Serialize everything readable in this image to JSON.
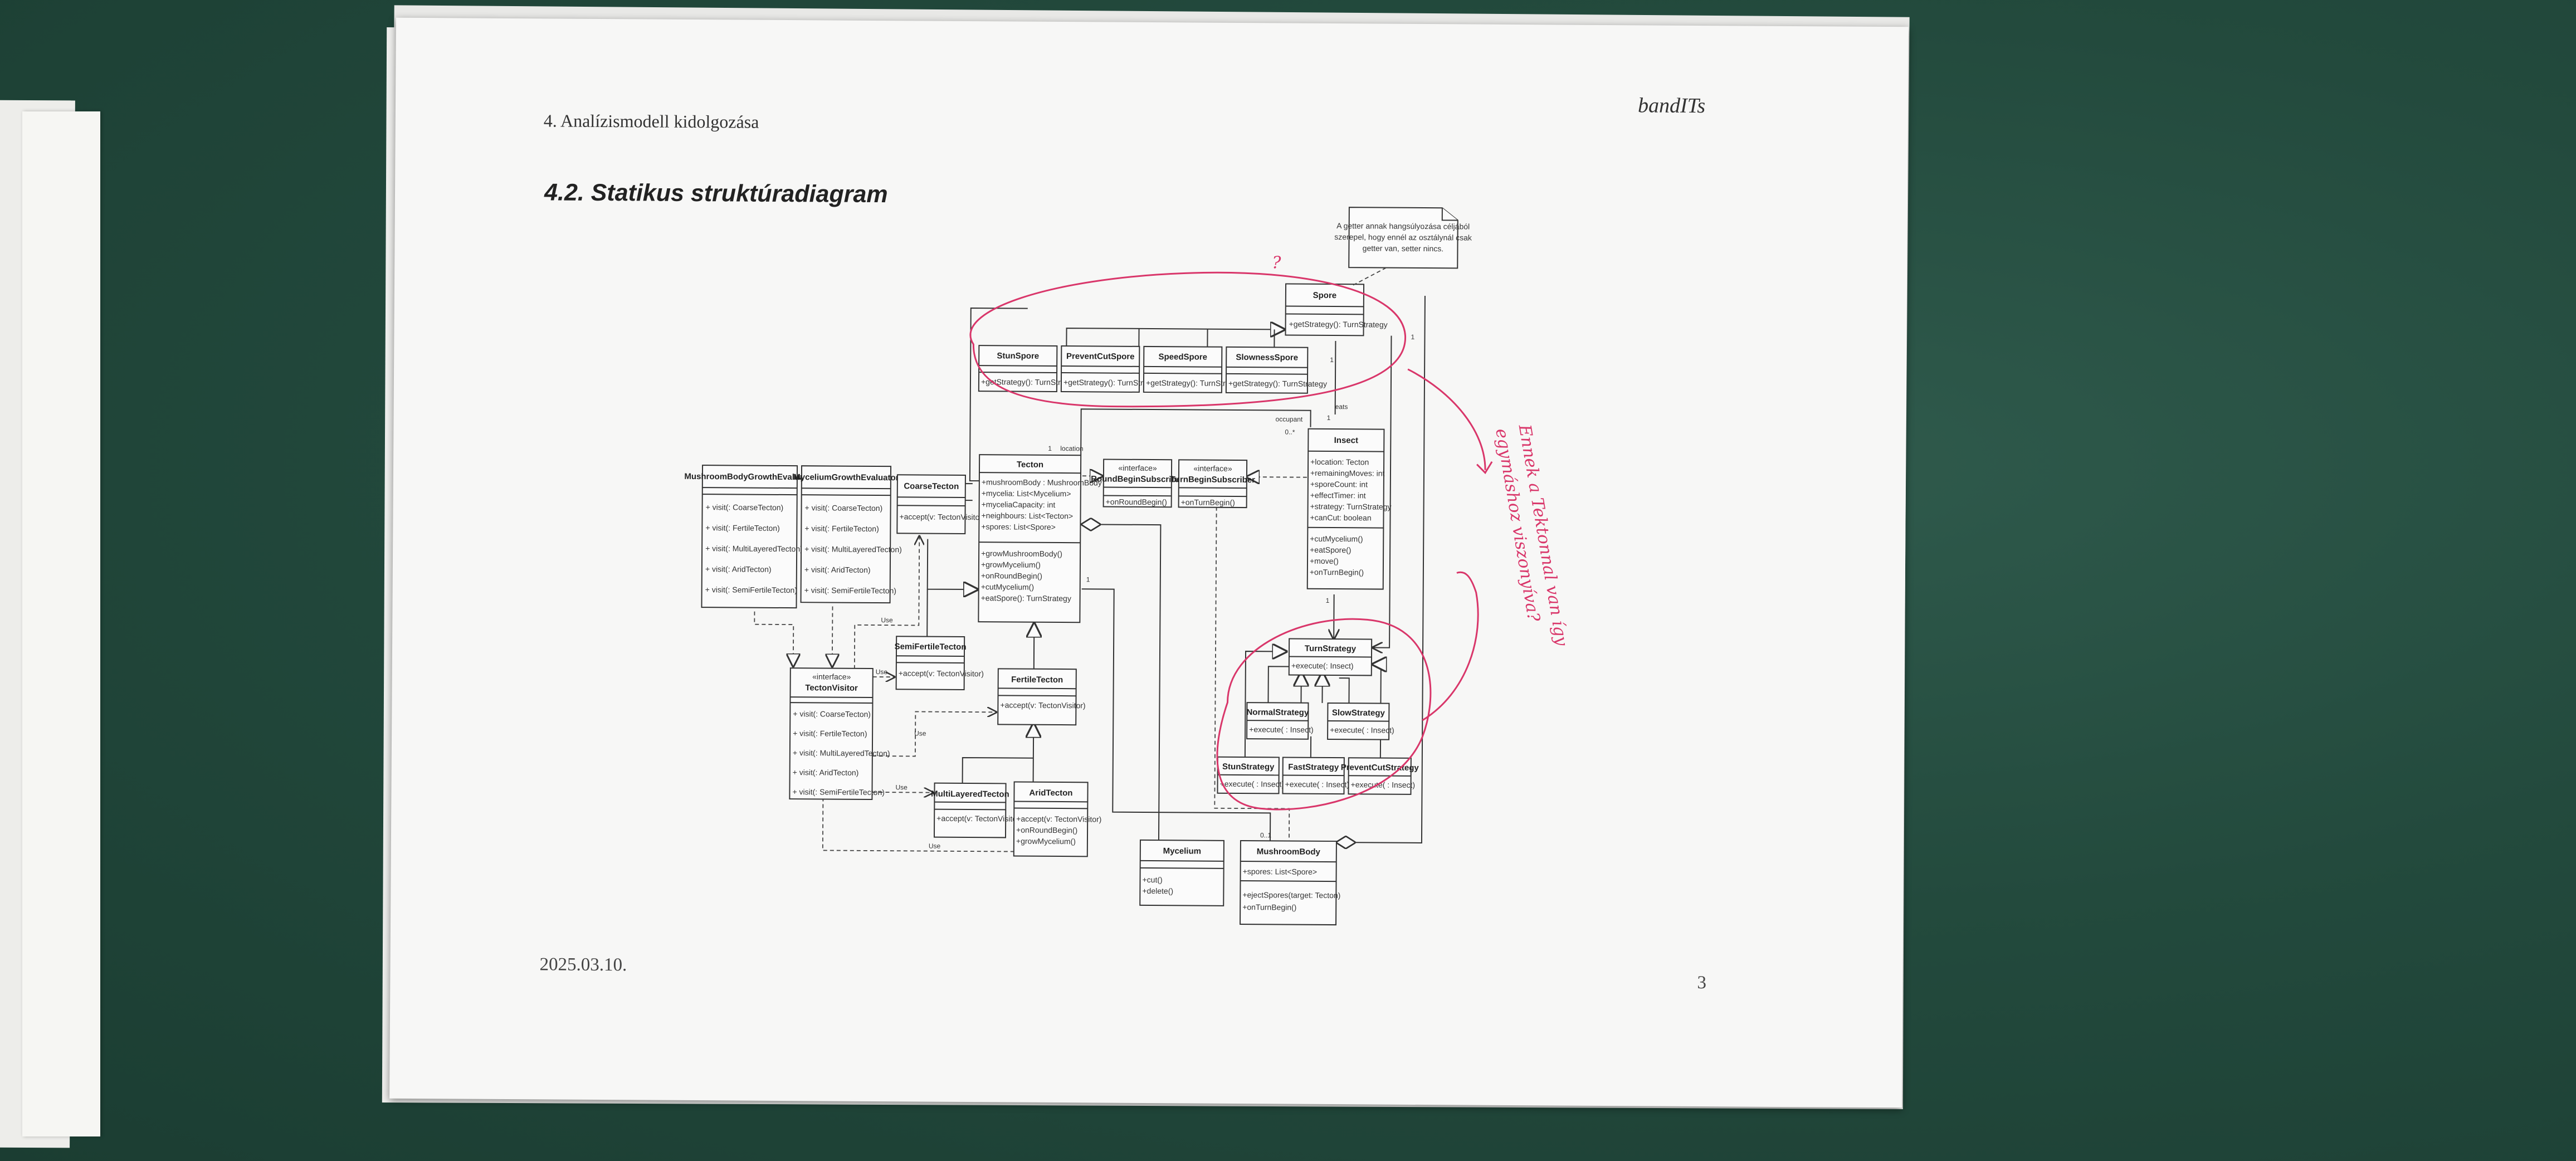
{
  "page": {
    "header_left": "4. Analízismodell kidolgozása",
    "header_right": "bandITs",
    "section_title": "4.2. Statikus struktúradiagram",
    "footer_date": "2025.03.10.",
    "page_number": "3"
  },
  "note": {
    "lines": [
      "A getter annak hangsúlyozása céljából",
      "szerepel, hogy ennél az osztálynál csak",
      "getter van, setter nincs."
    ]
  },
  "classes": {
    "spore": {
      "name": "Spore",
      "members": [
        "+getStrategy(): TurnStrategy"
      ]
    },
    "stun_spore": {
      "name": "StunSpore",
      "members": [
        "+getStrategy(): TurnStrategy"
      ]
    },
    "prevent_cut_spore": {
      "name": "PreventCutSpore",
      "members": [
        "+getStrategy(): TurnStrategy"
      ]
    },
    "speed_spore": {
      "name": "SpeedSpore",
      "members": [
        "+getStrategy(): TurnStrategy"
      ]
    },
    "slowness_spore": {
      "name": "SlownessSpore",
      "members": [
        "+getStrategy(): TurnStrategy"
      ]
    },
    "mushroom_body_growth_evaluator": {
      "name": "MushroomBodyGrowthEvaluator",
      "members": [
        "+ visit(: CoarseTecton)",
        "+ visit(: FertileTecton)",
        "+ visit(: MultiLayeredTecton)",
        "+ visit(: AridTecton)",
        "+ visit(: SemiFertileTecton)"
      ]
    },
    "mycelium_growth_evaluator": {
      "name": "MyceliumGrowthEvaluator",
      "members": [
        "+ visit(: CoarseTecton)",
        "+ visit(: FertileTecton)",
        "+ visit(: MultiLayeredTecton)",
        "+ visit(: AridTecton)",
        "+ visit(: SemiFertileTecton)"
      ]
    },
    "coarse_tecton": {
      "name": "CoarseTecton",
      "members": [
        "+accept(v: TectonVisitor)"
      ]
    },
    "tecton": {
      "name": "Tecton",
      "attrs": [
        "+mushroomBody : MushroomBody",
        "+mycelia: List<Mycelium>",
        "+myceliaCapacity: int",
        "+neighbours: List<Tecton>",
        "+spores: List<Spore>"
      ],
      "methods": [
        "+growMushroomBody()",
        "+growMycelium()",
        "+onRoundBegin()",
        "+cutMycelium()",
        "+eatSpore(): TurnStrategy"
      ]
    },
    "round_begin_subscriber": {
      "stereotype": "«interface»",
      "name": "RoundBeginSubscriber",
      "members": [
        "+onRoundBegin()"
      ]
    },
    "turn_begin_subscriber": {
      "stereotype": "«interface»",
      "name": "TurnBeginSubscriber",
      "members": [
        "+onTurnBegin()"
      ]
    },
    "insect": {
      "name": "Insect",
      "attrs": [
        "+location: Tecton",
        "+remainingMoves: int",
        "+sporeCount: int",
        "+effectTimer: int",
        "+strategy: TurnStrategy",
        "+canCut: boolean"
      ],
      "methods": [
        "+cutMycelium()",
        "+eatSpore()",
        "+move()",
        "+onTurnBegin()"
      ]
    },
    "semi_fertile_tecton": {
      "name": "SemiFertileTecton",
      "members": [
        "+accept(v: TectonVisitor)"
      ]
    },
    "tecton_visitor": {
      "stereotype": "«interface»",
      "name": "TectonVisitor",
      "members": [
        "+ visit(: CoarseTecton)",
        "+ visit(: FertileTecton)",
        "+ visit(: MultiLayeredTecton)",
        "+ visit(: AridTecton)",
        "+ visit(: SemiFertileTecton)"
      ]
    },
    "fertile_tecton": {
      "name": "FertileTecton",
      "members": [
        "+accept(v: TectonVisitor)"
      ]
    },
    "multi_layered_tecton": {
      "name": "MultiLayeredTecton",
      "members": [
        "+accept(v: TectonVisitor)"
      ]
    },
    "arid_tecton": {
      "name": "AridTecton",
      "members": [
        "+accept(v: TectonVisitor)",
        "+onRoundBegin()",
        "+growMycelium()"
      ]
    },
    "turn_strategy": {
      "name": "TurnStrategy",
      "members": [
        "+execute(: Insect)"
      ]
    },
    "normal_strategy": {
      "name": "NormalStrategy",
      "members": [
        "+execute( : Insect)"
      ]
    },
    "slow_strategy": {
      "name": "SlowStrategy",
      "members": [
        "+execute( : Insect)"
      ]
    },
    "stun_strategy": {
      "name": "StunStrategy",
      "members": [
        "+execute( : Insect)"
      ]
    },
    "fast_strategy": {
      "name": "FastStrategy",
      "members": [
        "+execute( : Insect)"
      ]
    },
    "prevent_cut_strategy": {
      "name": "PreventCutStrategy",
      "members": [
        "+execute( : Insect)"
      ]
    },
    "mycelium": {
      "name": "Mycelium",
      "members": [
        "+cut()",
        "+delete()"
      ]
    },
    "mushroom_body": {
      "name": "MushroomBody",
      "attrs": [
        "+spores: List<Spore>"
      ],
      "methods": [
        "+ejectSpores(target: Tecton)",
        "+onTurnBegin()"
      ]
    }
  },
  "labels": {
    "location": "location",
    "occupant": "occupant",
    "eats": "eats",
    "one": "1",
    "zero_many": "0..*",
    "zero_one": "0..1",
    "use": "Use"
  },
  "handwriting": {
    "question_mark": "?",
    "margin_note": [
      "Ennek a Tektonnal van így",
      "egymáshoz viszonyíva?"
    ]
  },
  "colors": {
    "desk": "#234a3d",
    "paper": "#f7f7f6",
    "ink": "#333333",
    "pen": "#d9366a"
  }
}
